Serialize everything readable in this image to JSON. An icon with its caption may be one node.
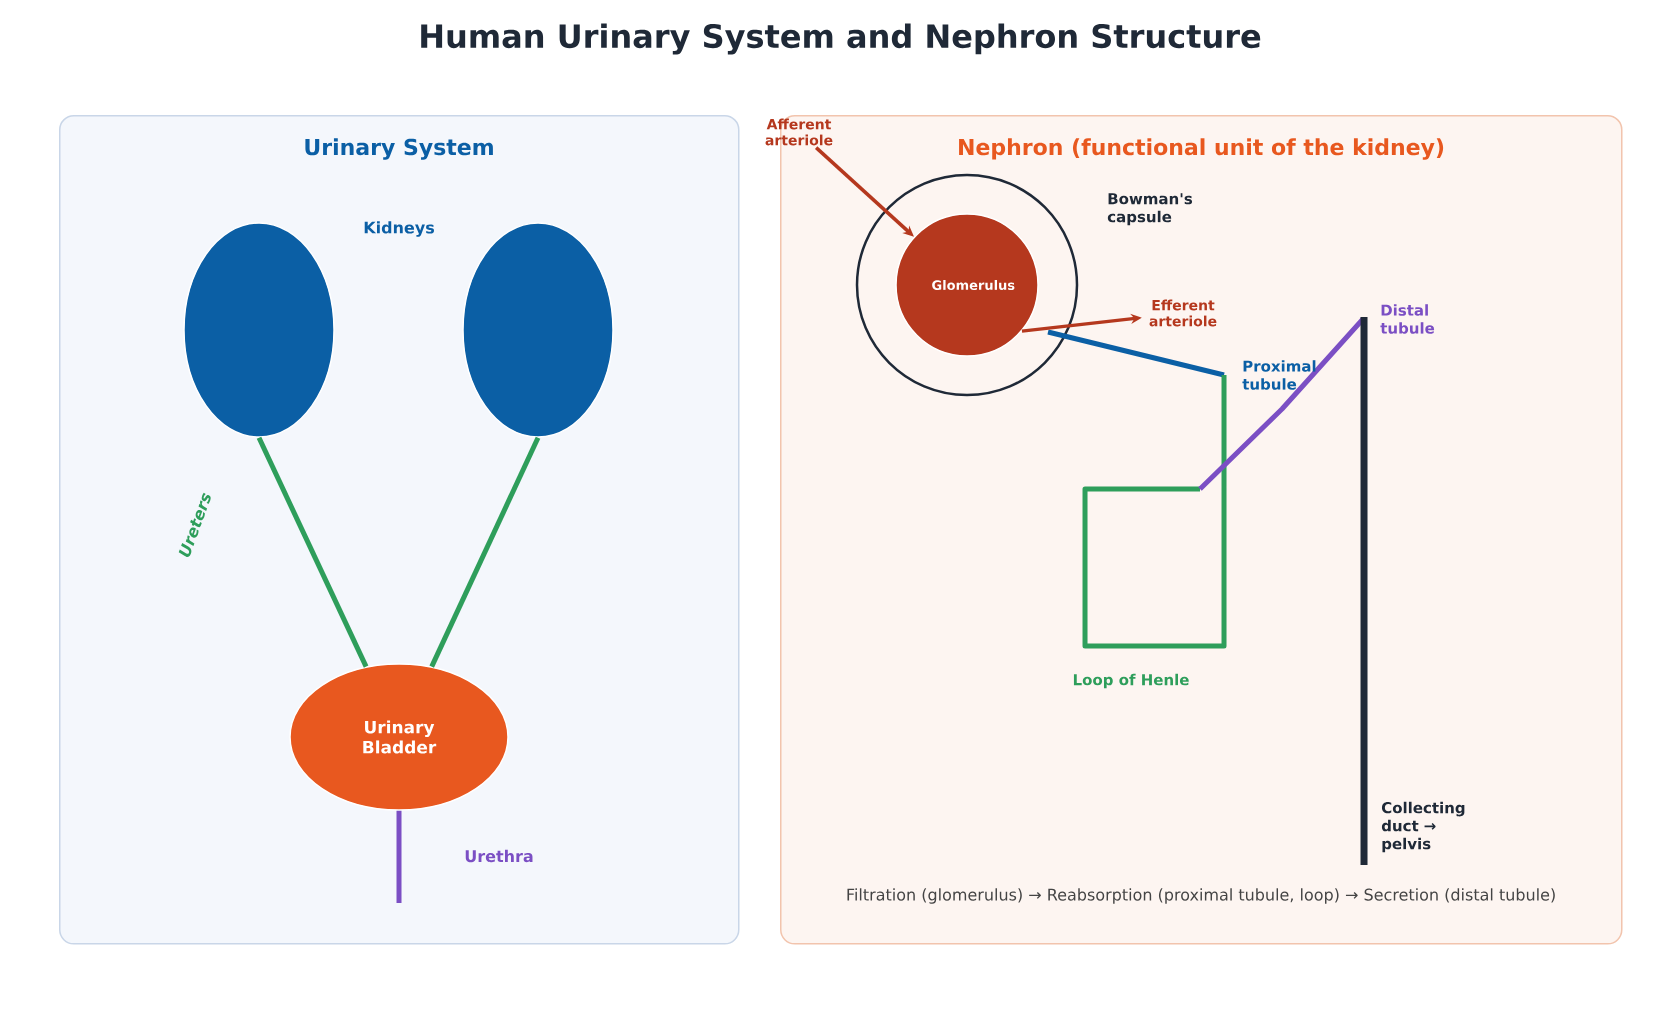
{
  "diagram": {
    "title": "Human Urinary System and Nephron Structure",
    "nodes": [
      {
        "text": [
          "Urinary System"
        ]
      },
      {
        "text": [],
        "shape": "ellipse",
        "in": 0
      },
      {
        "text": [],
        "shape": "ellipse",
        "in": 0
      },
      {
        "text": [
          "Urinary Bladder"
        ],
        "in": 0
      },
      {
        "text": [
          "Nephron (functional unit of the kidney)"
        ]
      },
      {
        "text": [],
        "shape": "circle",
        "in": 4,
        "beside": [
          "Bowman's capsule"
        ]
      },
      {
        "text": [
          "Glomerulus"
        ],
        "in": 5
      },
      {
        "text": [
          "Afferent arteriole"
        ]
      },
      {
        "text": [
          "Efferent arteriole"
        ],
        "in": 4
      }
    ],
    "edges": [
      {
        "from": 1,
        "to": 3,
        "arrow": "none",
        "label": "Ureters",
        "color": "#2e9e5b"
      },
      {
        "from": 2,
        "to": 3,
        "arrow": "none",
        "color": "#2e9e5b"
      },
      {
        "from": 3,
        "to": null,
        "arrow": "none",
        "label": "Urethra",
        "color": "#7b4fc4"
      },
      {
        "from": 7,
        "to": 6,
        "arrow": "to",
        "color": "#b5381e"
      },
      {
        "from": 6,
        "to": 8,
        "arrow": "to",
        "color": "#b5381e"
      }
    ],
    "labels": [
      "Kidneys",
      "Proximal tubule",
      "Loop of Henle",
      "Distal tubule",
      "Collecting duct → pelvis",
      "Filtration (glomerulus) → Reabsorption (proximal tubule, loop) → Secretion (distal tubule)"
    ]
  }
}
